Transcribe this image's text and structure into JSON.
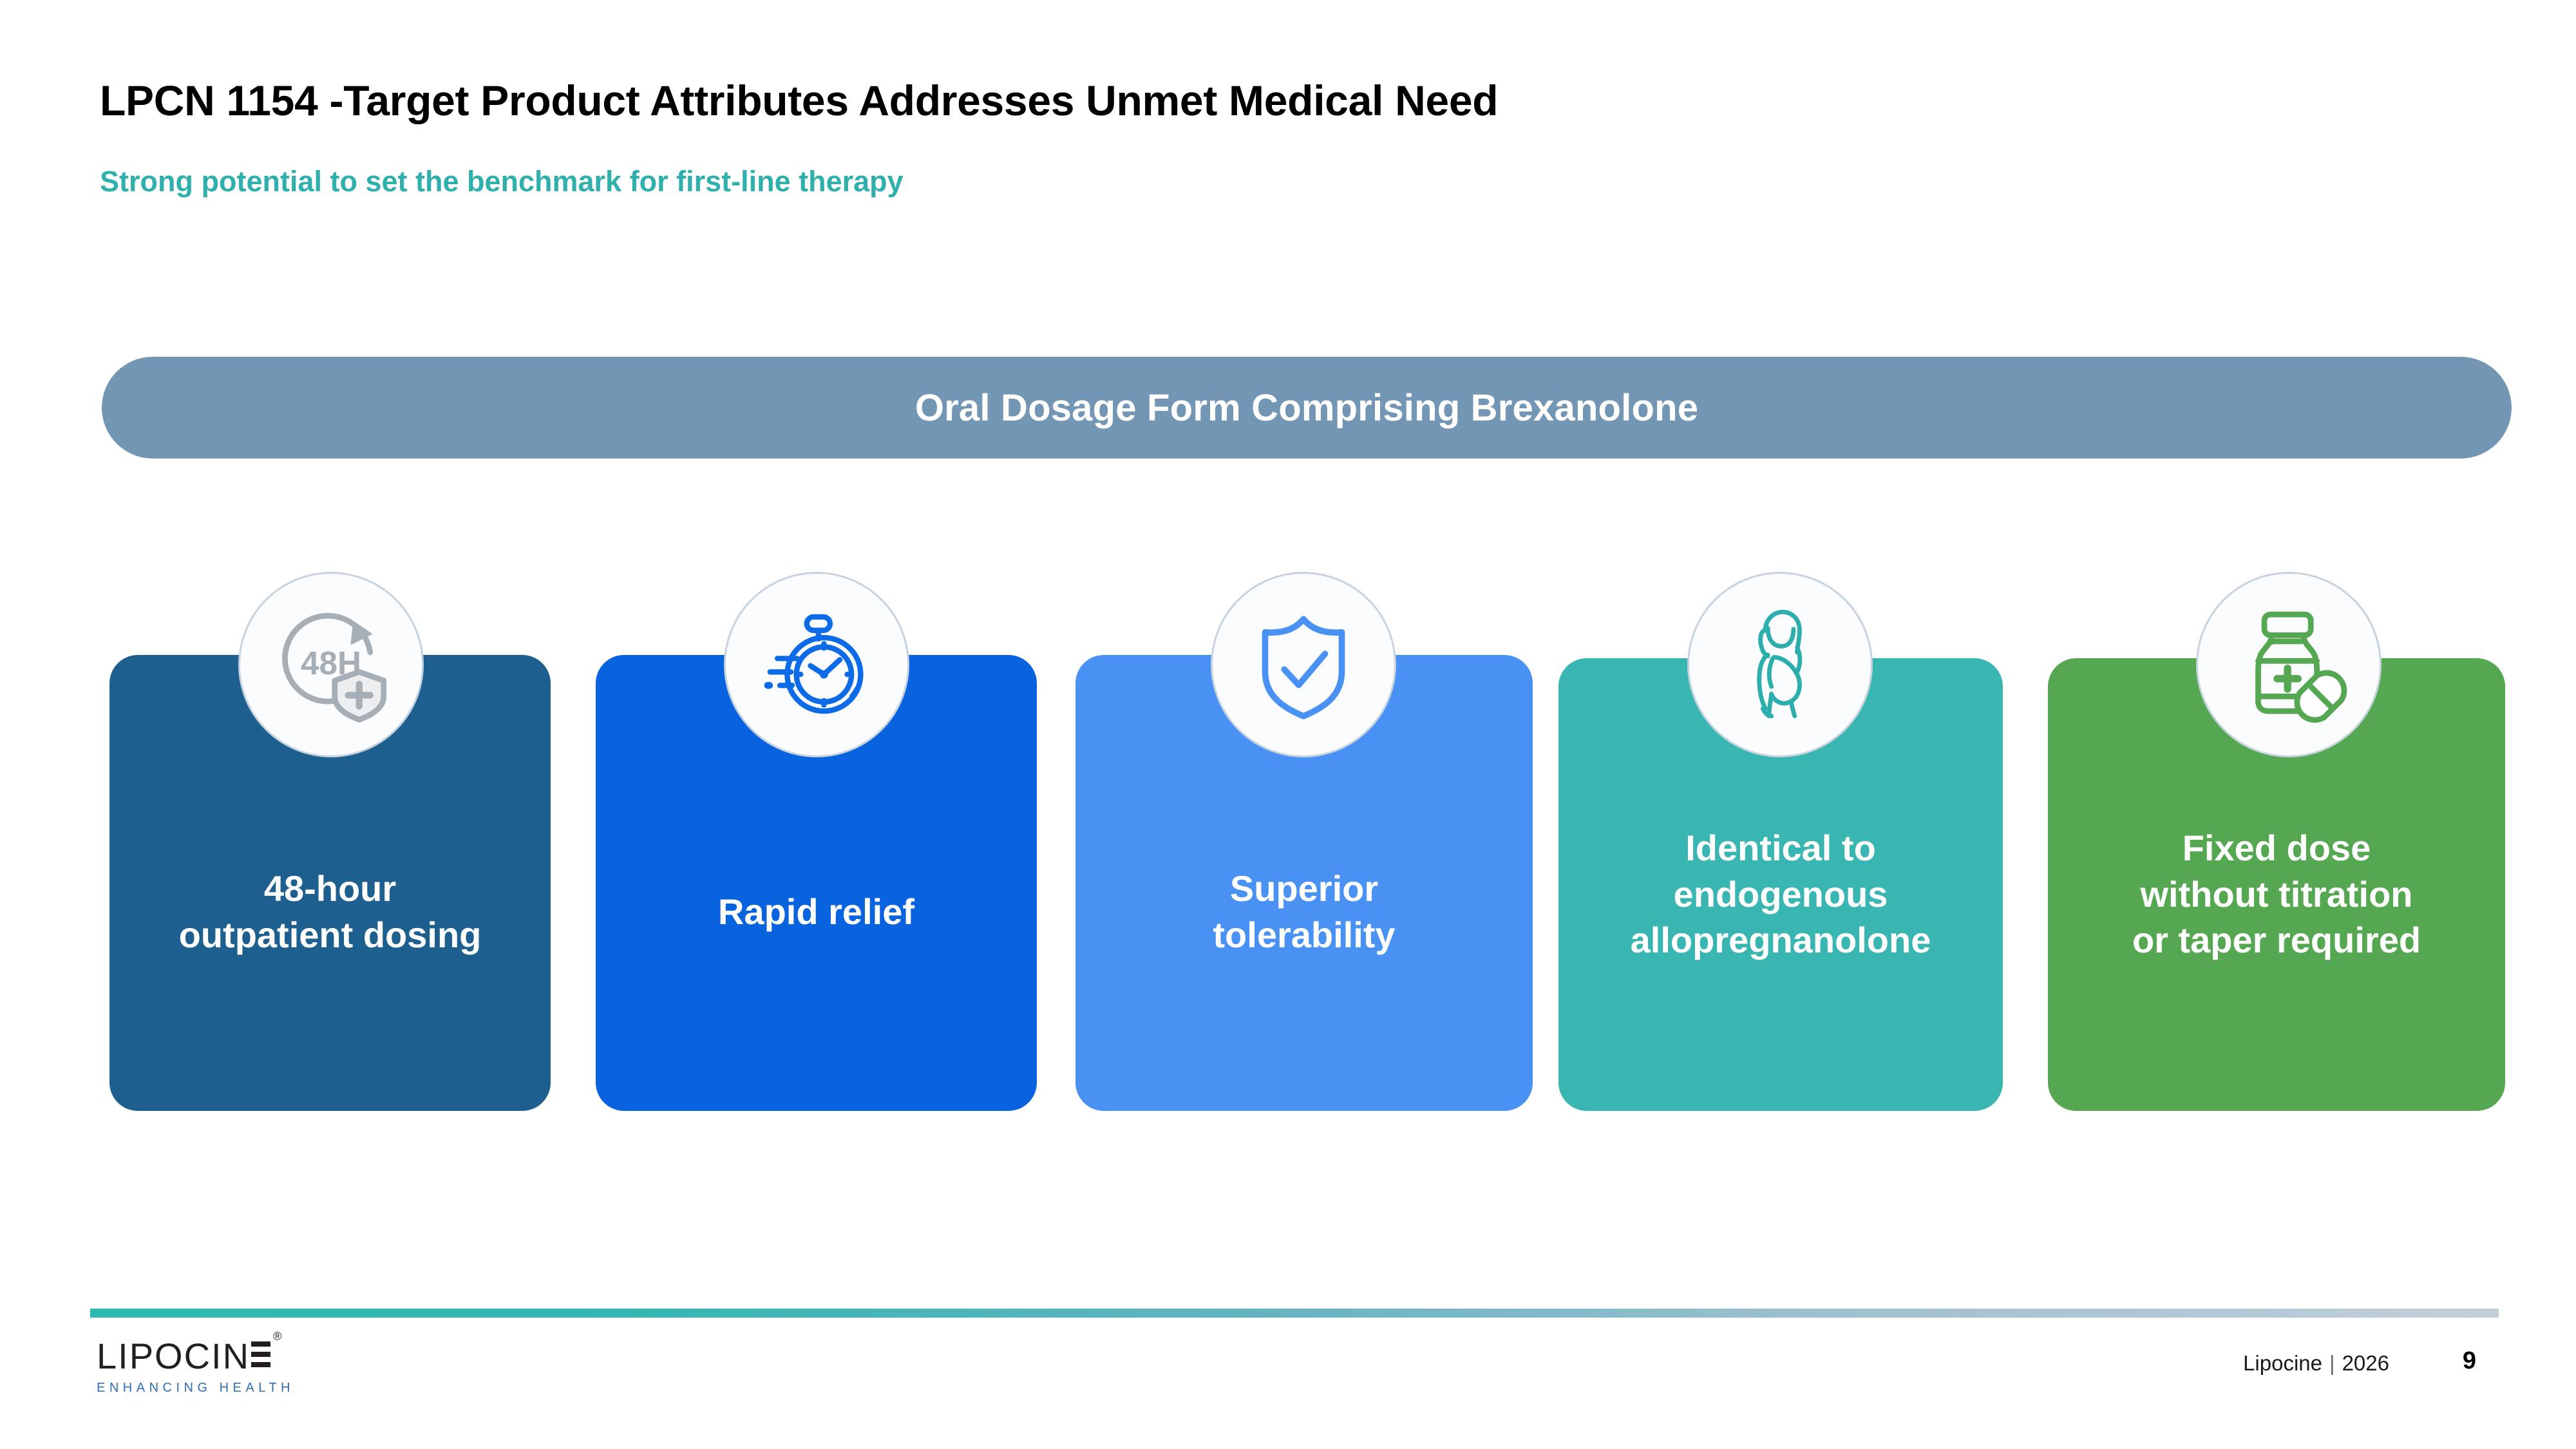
{
  "header": {
    "title": "LPCN 1154 -Target Product Attributes Addresses Unmet Medical Need",
    "subtitle": "Strong potential to set the benchmark for first-line therapy",
    "title_color": "#000000",
    "subtitle_color": "#30B0AC"
  },
  "banner": {
    "text": "Oral Dosage Form Comprising Brexanolone",
    "background_color": "#7396B5",
    "text_color": "#FFFFFF"
  },
  "cards": [
    {
      "label": "48-hour\noutpatient dosing",
      "color": "#1D5F8E",
      "icon": "48h-shield-icon",
      "icon_color": "#A7AFB6",
      "icon_badge_text": "48H"
    },
    {
      "label": "Rapid relief",
      "color": "#0A63DE",
      "icon": "fast-stopwatch-icon",
      "icon_color": "#0D6BE8"
    },
    {
      "label": "Superior\ntolerability",
      "color": "#4A91F4",
      "icon": "shield-check-icon",
      "icon_color": "#4A91F4"
    },
    {
      "label": "Identical to\nendogenous\nallopregnanolone",
      "color": "#39B5B2",
      "icon": "pregnant-woman-icon",
      "icon_color": "#2BAEAC"
    },
    {
      "label": "Fixed dose\nwithout titration\nor taper required",
      "color": "#55A851",
      "icon": "medicine-bottle-pill-icon",
      "icon_color": "#55A851"
    }
  ],
  "footer": {
    "logo_word": "LIPOCIN",
    "logo_registered": "®",
    "logo_tagline": "ENHANCING HEALTH",
    "company": "Lipocine",
    "separator": "|",
    "year": "2026",
    "page_number": "9",
    "accent_start": "#2DBAB0",
    "accent_end": "#C3CFDA"
  }
}
